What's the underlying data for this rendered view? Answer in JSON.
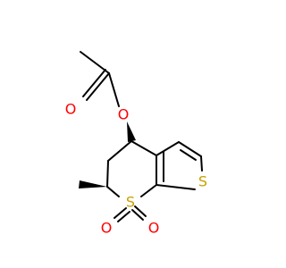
{
  "molecule": {
    "atoms": {
      "ester_oxygen": {
        "symbol": "O",
        "color": "#ff0000"
      },
      "carbonyl_oxygen": {
        "symbol": "O",
        "color": "#ff0000"
      },
      "ring_sulfur": {
        "symbol": "S",
        "color": "#c8a000"
      },
      "thiophene_sulfur": {
        "symbol": "S",
        "color": "#c8a000"
      },
      "sulfonyl_oxygen_left": {
        "symbol": "O",
        "color": "#ff0000"
      },
      "sulfonyl_oxygen_right": {
        "symbol": "O",
        "color": "#ff0000"
      }
    },
    "bond_color": "#000000"
  }
}
